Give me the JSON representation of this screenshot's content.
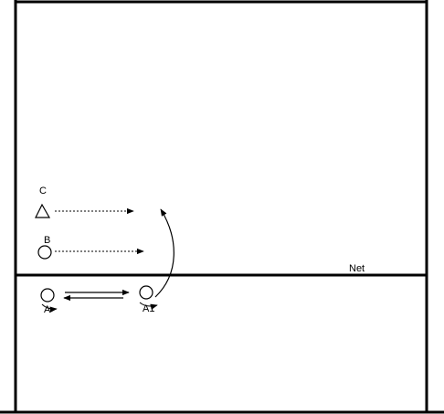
{
  "diagram": {
    "players": {
      "c": {
        "label": "C",
        "shape": "triangle"
      },
      "b": {
        "label": "B",
        "shape": "circle"
      },
      "a": {
        "label": "A",
        "shape": "circle"
      },
      "a1": {
        "label": "A1",
        "shape": "circle"
      }
    },
    "net": {
      "label": "Net"
    },
    "colors": {
      "line": "#000000",
      "background": "#ffffff"
    }
  }
}
